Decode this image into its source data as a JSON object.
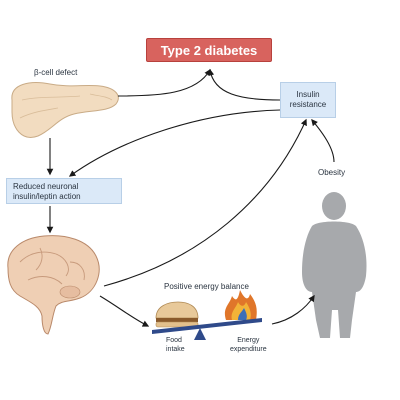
{
  "diagram": {
    "title": "Type 2 diabetes",
    "beta_cell_defect": "β-cell defect",
    "insulin_resistance_line1": "Insulin",
    "insulin_resistance_line2": "resistance",
    "reduced_action_line1": "Reduced neuronal",
    "reduced_action_line2": "insulin/leptin action",
    "obesity": "Obesity",
    "positive_energy_balance": "Positive energy balance",
    "food_intake_line1": "Food",
    "food_intake_line2": "intake",
    "energy_expenditure_line1": "Energy",
    "energy_expenditure_line2": "expenditure"
  },
  "colors": {
    "title_fill": "#d8635e",
    "box_fill": "#dbe9f8",
    "arrow": "#1a1a1a",
    "pancreas": "#f2dcc0",
    "brain": "#efcfb4",
    "body": "#a7a9ac",
    "scale": "#2f4a8a",
    "flame": "#e0762a"
  },
  "icons": [
    "pancreas-icon",
    "brain-icon",
    "person-silhouette-icon",
    "burger-icon",
    "flame-icon",
    "balance-scale-icon"
  ]
}
